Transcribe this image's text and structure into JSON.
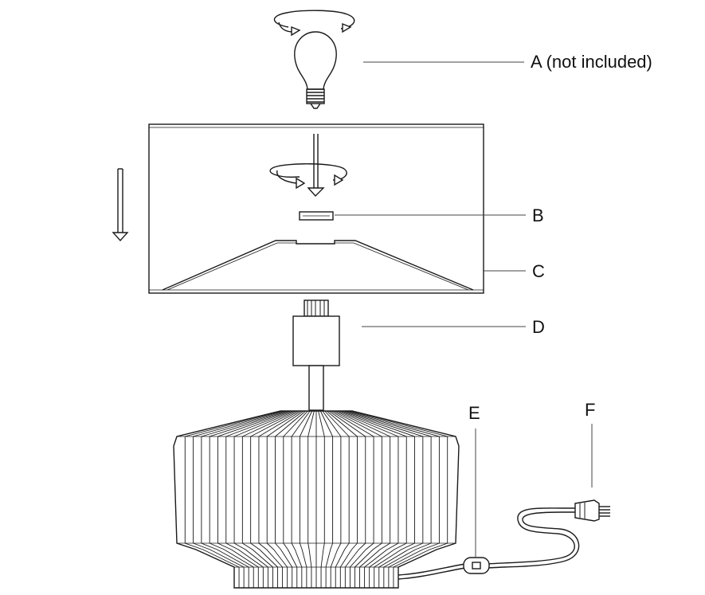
{
  "labels": {
    "a": "A (not included)",
    "b": "B",
    "c": "C",
    "d": "D",
    "e": "E",
    "f": "F"
  },
  "colors": {
    "stroke": "#1a1a1a",
    "leader": "#444444",
    "background": "#ffffff"
  }
}
